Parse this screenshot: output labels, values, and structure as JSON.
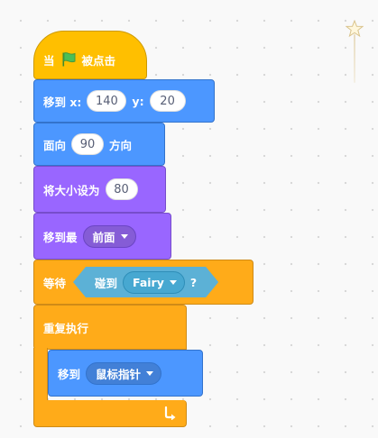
{
  "script": {
    "hat": {
      "label_before": "当",
      "label_after": "被点击",
      "icon": "green-flag-icon"
    },
    "goto_xy": {
      "label": "移到 x:",
      "x_value": "140",
      "y_label": "y:",
      "y_value": "20"
    },
    "point_direction": {
      "label": "面向",
      "value": "90",
      "suffix": "方向"
    },
    "set_size": {
      "label": "将大小设为",
      "value": "80"
    },
    "go_to_layer": {
      "label": "移到最",
      "selected": "前面"
    },
    "wait_until": {
      "label": "等待",
      "condition_label": "碰到",
      "condition_target": "Fairy",
      "condition_suffix": "?"
    },
    "forever": {
      "label": "重复执行",
      "icon": "loop-arrow-icon"
    },
    "goto_target": {
      "label": "移到",
      "selected": "鼠标指针"
    }
  },
  "colors": {
    "motion": "#4c97ff",
    "looks": "#9966ff",
    "events": "#ffbf00",
    "control": "#ffab19",
    "sensing": "#5cb1d6"
  },
  "stage_icon": "star-icon"
}
